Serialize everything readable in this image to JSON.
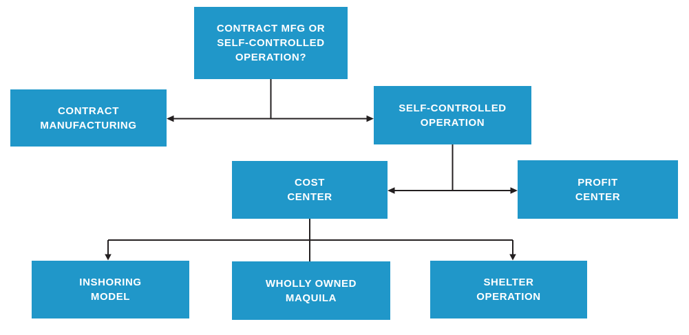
{
  "colors": {
    "box_fill": "#2097C9",
    "box_text": "#FFFFFF",
    "connector": "#231F20"
  },
  "nodes": {
    "root": {
      "label": "CONTRACT MFG or\nSELF-CONTROLLED\nOPERATION?"
    },
    "contract_manufacturing": {
      "label": "CONTRACT\nMANUFACTURING"
    },
    "self_controlled_operation": {
      "label": "SELF-CONTROLLED\nOPERATION"
    },
    "cost_center": {
      "label": "COST\nCENTER"
    },
    "profit_center": {
      "label": "PROFIT\nCENTER"
    },
    "inshoring_model": {
      "label": "INSHORING\nMODEL"
    },
    "wholly_owned_maquila": {
      "label": "WHOLLY OWNED\nMAQUILA"
    },
    "shelter_operation": {
      "label": "SHELTER\nOPERATION"
    }
  },
  "edges": [
    {
      "from": "root",
      "to": "contract_manufacturing",
      "arrow": "into-target"
    },
    {
      "from": "root",
      "to": "self_controlled_operation",
      "arrow": "into-target"
    },
    {
      "from": "self_controlled_operation",
      "to": "cost_center",
      "arrow": "into-target"
    },
    {
      "from": "self_controlled_operation",
      "to": "profit_center",
      "arrow": "into-target"
    },
    {
      "from": "cost_center",
      "to": "inshoring_model",
      "arrow": "into-target"
    },
    {
      "from": "cost_center",
      "to": "wholly_owned_maquila",
      "arrow": "plain"
    },
    {
      "from": "cost_center",
      "to": "shelter_operation",
      "arrow": "into-target"
    }
  ]
}
